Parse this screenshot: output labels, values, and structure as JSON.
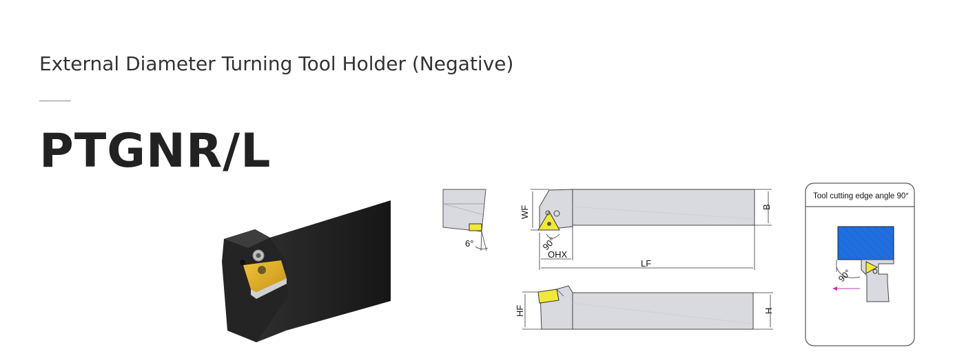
{
  "header": {
    "subtitle": "External Diameter Turning Tool Holder (Negative)",
    "model": "PTGNR/L"
  },
  "drawing": {
    "side_view_angle": "6°",
    "top_view": {
      "wf": "WF",
      "b": "B",
      "angle": "90°",
      "ohx": "OHX",
      "lf": "LF"
    },
    "front_view": {
      "hf": "HF",
      "h": "H"
    }
  },
  "info_card": {
    "title": "Tool cutting edge angle 90°",
    "angle": "90°"
  },
  "colors": {
    "insert": "#e3b52a",
    "insert_drawing": "#f2e83a",
    "workpiece": "#1f6fe0",
    "feed_arrow": "#cc33aa",
    "holder_body": "#1e1e1e"
  }
}
